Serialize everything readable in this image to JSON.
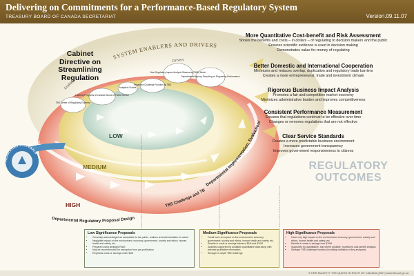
{
  "header": {
    "title": "Delivering on Commitments for a Performance-Based Regulatory System",
    "subtitle": "TREASURY BOARD OF CANADA SECRETARIAT",
    "version": "Version.09.11.07"
  },
  "cabinet": {
    "line1": "Cabinet",
    "line2": "Directive on",
    "line3": "Streamlining",
    "line4": "Regulation"
  },
  "arcs": {
    "enablers_drivers": "SYSTEM ENABLERS AND DRIVERS",
    "enablers": "Enablers",
    "drivers": "Drivers",
    "triage": "TRIAGE",
    "regulatory_proposals": "REGULATORY PROPOSALS",
    "implementation": "Departmental Implementation, Evaluation/Review",
    "tbs_challenge": "TBS Challenge and TB Approval",
    "proposal_design": "Departmental Regulatory Proposal Design"
  },
  "levels": {
    "low": "LOW",
    "medium": "MEDIUM",
    "high": "HIGH"
  },
  "enabler_items": [
    "TBS Centre of Regulatory Expertise",
    "Learning Programs at Canada School of Public Service",
    "Analytical Guides",
    "Enhanced Challenge Function by TBS"
  ],
  "driver_items": [
    "New Regulatory Impact Analysis Statement (RIAS) Model",
    "Departmental Agency Reporting on Regulatory Performance"
  ],
  "outcomes": [
    {
      "title": "More Quantitative Cost-benefit and Risk Assessment",
      "lines": [
        "Shows the benefits and costs – in dollars – of regulating to decision makers and the public",
        "Ensures scientific evidence is used in decision making",
        "Demonstrates value-for-money of regulating"
      ]
    },
    {
      "title": "Better Domestic and International Cooperation",
      "lines": [
        "Minimizes and reduces overlap, duplication and regulatory trade barriers",
        "Creates a more entrepreneurial, trade and investment climate"
      ]
    },
    {
      "title": "Rigorous Business Impact Analysis",
      "lines": [
        "Promotes a fair and competitive market economy",
        "Minimizes administrative burden and improves competitiveness"
      ]
    },
    {
      "title": "Consistent Performance Measurement",
      "lines": [
        "Ensures that regulations continue to be effective over time",
        "Changes or removes regulations that are not effective"
      ]
    },
    {
      "title": "Clear Service Standards",
      "lines": [
        "Creates a more predictable business environment",
        "Increases government transparency",
        "Improves government responsiveness to citizens"
      ]
    }
  ],
  "regulatory_outcomes": {
    "line1": "REGULATORY",
    "line2": "OUTCOMES"
  },
  "boxes": [
    {
      "title": "Low Significance Proposals",
      "items": [
        "Generally acknowledged as acceptable to the public, realizes and administration in nature",
        "Negligible impact on the environment, economy, government, society and ethics, human health and safety, etc.",
        "Prepared using abridged RIAS",
        "May be recommended for exemption from pre-publication",
        "Emphasis costs or savings under $1M"
      ]
    },
    {
      "title": "Medium Significance Proposals",
      "items": [
        "Could have an impact on the environment, economy, government, society and ethics, human health and safety, etc.",
        "Results in costs or savings between $1M and $10M",
        "Analysis supported by available quantitative data along with relevant qualitative information",
        "Stronger in-depth TBS challenge"
      ]
    },
    {
      "title": "High Significance Proposals",
      "items": [
        "Have very high impact on the environment, economy, government, society and ethics, human health and safety, etc.",
        "Results in costs or savings over $10M",
        "Supported by quantitative, and where possible, monetized cost-benefit analysis",
        "Stronger TBS challenge function (including validation of key analyses)"
      ]
    }
  ],
  "footer": "© HER MAJESTY THE QUEEN IN RIGHT OF CANADA (2007) www.tbs-sct.gc.ca",
  "colors": {
    "header": "#7a5c26",
    "low_ring": "#c7ddd2",
    "medium_ring": "#e9dc8e",
    "high_ring": "#eb8d7a",
    "outcomes_text": "#b9c3c8"
  }
}
